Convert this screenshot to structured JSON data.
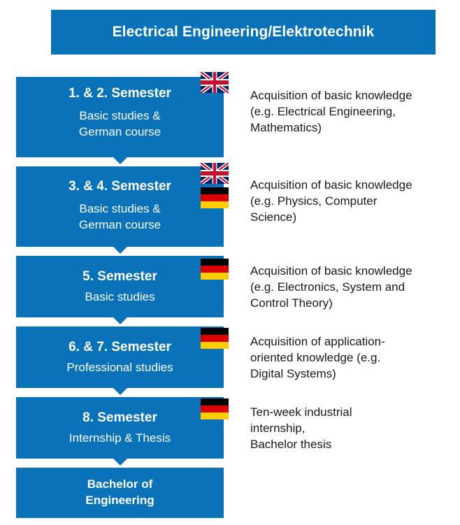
{
  "header": {
    "title": "Electrical Engineering/Elektrotechnik"
  },
  "steps": [
    {
      "title": "1. & 2. Semester",
      "subtitle": "Basic studies &\nGerman course",
      "flags": [
        "uk"
      ],
      "description": "Acquisition of basic knowledge\n(e.g. Electrical Engineering,\nMathematics)"
    },
    {
      "title": "3. & 4. Semester",
      "subtitle": "Basic studies &\nGerman course",
      "flags": [
        "uk",
        "de"
      ],
      "description": "Acquisition of basic knowledge\n(e.g. Physics, Computer\nScience)"
    },
    {
      "title": "5. Semester",
      "subtitle": "Basic studies",
      "flags": [
        "de"
      ],
      "description": "Acquisition of basic knowledge\n(e.g. Electronics, System and\nControl Theory)"
    },
    {
      "title": "6. & 7. Semester",
      "subtitle": "Professional studies",
      "flags": [
        "de"
      ],
      "description": "Acquisition of application-\noriented knowledge (e.g.\nDigital Systems)"
    },
    {
      "title": "8. Semester",
      "subtitle": "Internship & Thesis",
      "flags": [
        "de"
      ],
      "description": "Ten-week industrial\ninternship,\nBachelor thesis"
    }
  ],
  "final": {
    "label": "Bachelor of\nEngineering"
  },
  "colors": {
    "box": "#0a72b8",
    "text_on_box": "#ffffff"
  }
}
